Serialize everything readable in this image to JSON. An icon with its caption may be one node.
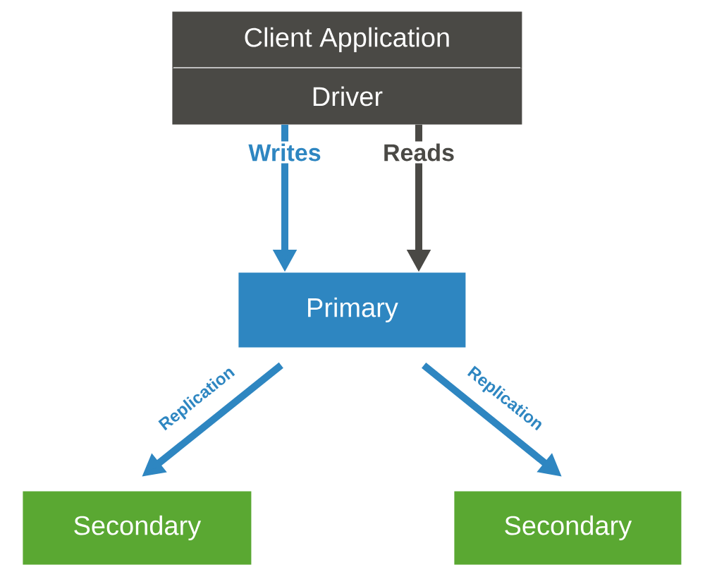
{
  "diagram": {
    "nodes": [
      {
        "text": [
          "Client Application"
        ]
      },
      {
        "text": [
          "Driver"
        ]
      },
      {
        "text": [
          "Primary"
        ]
      },
      {
        "text": [
          "Secondary"
        ]
      },
      {
        "text": [
          "Secondary"
        ]
      }
    ],
    "edges": [
      {
        "from": 1,
        "to": 2,
        "arrow": "to",
        "label": "Writes"
      },
      {
        "from": 1,
        "to": 2,
        "arrow": "to",
        "label": "Reads",
        "color": "#4a4945"
      },
      {
        "from": 2,
        "to": 3,
        "arrow": "to",
        "label": "Replication"
      },
      {
        "from": 2,
        "to": 4,
        "arrow": "to",
        "label": "Replication"
      }
    ]
  }
}
